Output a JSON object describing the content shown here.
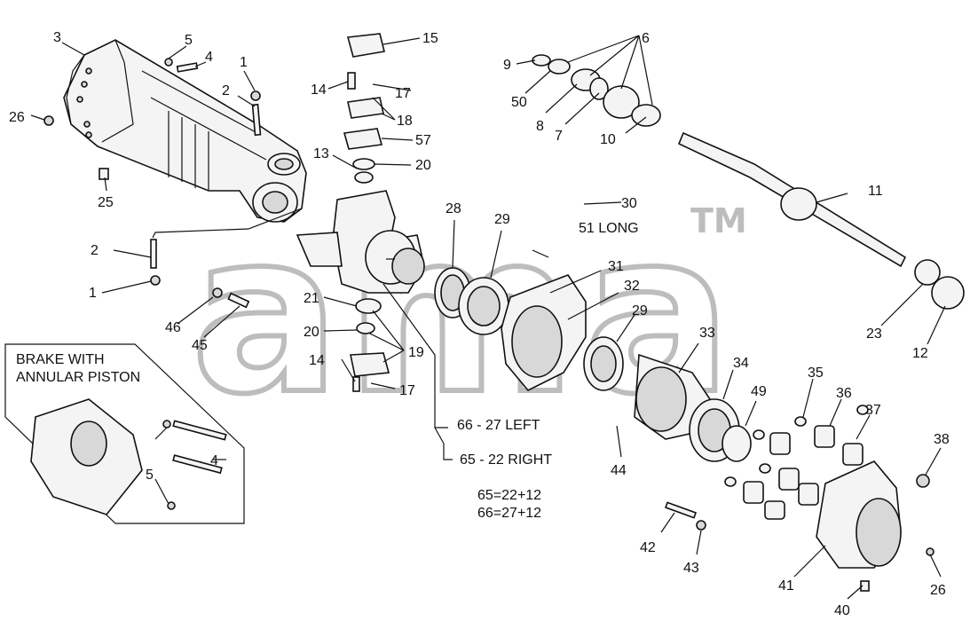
{
  "watermark": {
    "text": "ama",
    "trademark": "TM"
  },
  "inset": {
    "title_line1": "BRAKE WITH",
    "title_line2": "ANNULAR PISTON"
  },
  "notes": {
    "left_ref": "66 - 27 LEFT",
    "right_ref": "65 - 22 RIGHT",
    "formula1": "65=22+12",
    "formula2": "66=27+12",
    "long_label": "51 LONG"
  },
  "labels": {
    "l1a": "1",
    "l1b": "1",
    "l2a": "2",
    "l2b": "2",
    "l3": "3",
    "l4a": "4",
    "l4b": "4",
    "l5a": "5",
    "l5b": "5",
    "l6": "6",
    "l7": "7",
    "l8": "8",
    "l9": "9",
    "l10": "10",
    "l11": "11",
    "l12": "12",
    "l13": "13",
    "l14a": "14",
    "l14b": "14",
    "l15": "15",
    "l17a": "17",
    "l17b": "17",
    "l18": "18",
    "l19": "19",
    "l20a": "20",
    "l20b": "20",
    "l21": "21",
    "l23": "23",
    "l25": "25",
    "l26a": "26",
    "l26b": "26",
    "l28": "28",
    "l29a": "29",
    "l29b": "29",
    "l30": "30",
    "l31": "31",
    "l32": "32",
    "l33": "33",
    "l34": "34",
    "l35": "35",
    "l36": "36",
    "l37": "37",
    "l38": "38",
    "l40": "40",
    "l41": "41",
    "l42": "42",
    "l43": "43",
    "l44": "44",
    "l45": "45",
    "l46": "46",
    "l49": "49",
    "l50": "50",
    "l57": "57"
  }
}
